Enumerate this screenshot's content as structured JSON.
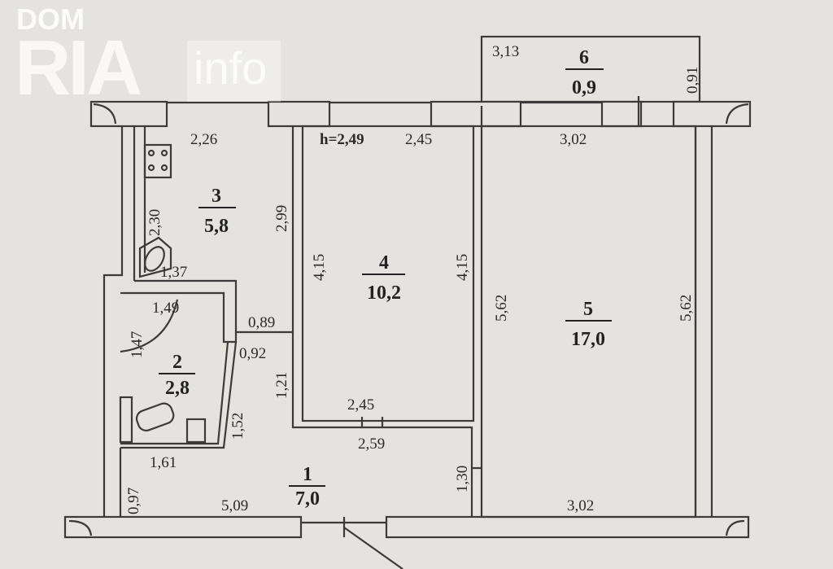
{
  "plan": {
    "height_label": "h=2,49",
    "rooms": [
      {
        "number": "1",
        "area": "7,0"
      },
      {
        "number": "2",
        "area": "2,8"
      },
      {
        "number": "3",
        "area": "5,8"
      },
      {
        "number": "4",
        "area": "10,2"
      },
      {
        "number": "5",
        "area": "17,0"
      },
      {
        "number": "6",
        "area": "0,9"
      }
    ],
    "dims": [
      "2,26",
      "2,30",
      "2,99",
      "1,37",
      "1,49",
      "1,47",
      "0,89",
      "0,92",
      "1,21",
      "1,52",
      "1,61",
      "0,97",
      "5,09",
      "2,45",
      "4,15",
      "4,15",
      "2,45",
      "2,59",
      "1,30",
      "3,02",
      "5,62",
      "5,62",
      "3,02",
      "3,13",
      "0,91"
    ]
  },
  "watermark": {
    "line1": "DOM",
    "line2": "RIA",
    "line3": "info"
  },
  "colors": {
    "background": "#e5e3df",
    "lines": "#3b3b3b"
  }
}
